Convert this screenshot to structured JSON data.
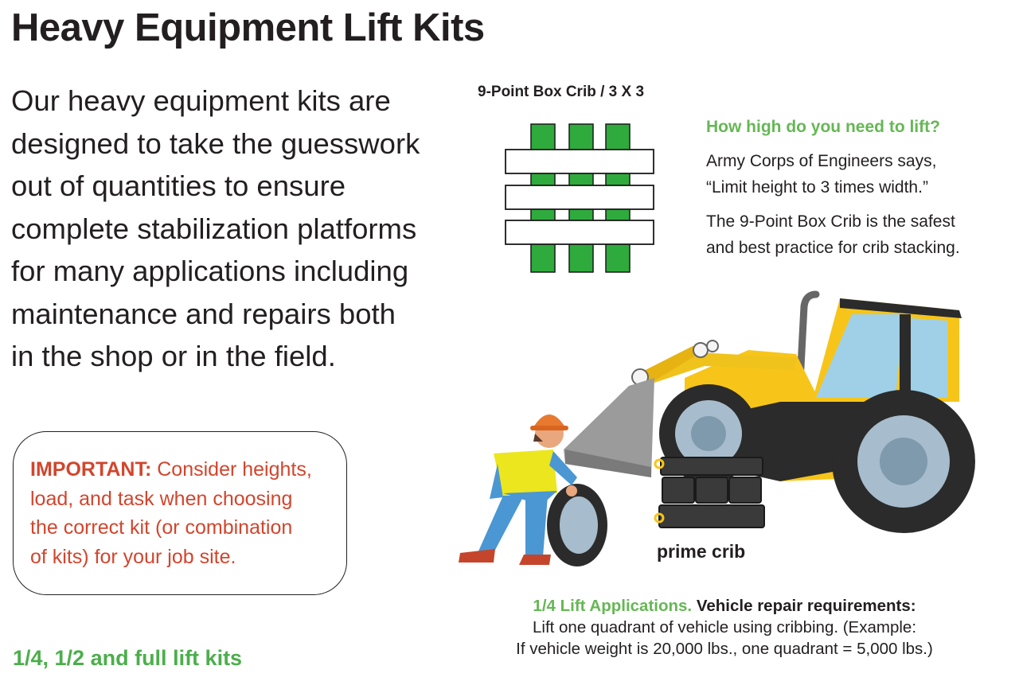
{
  "title": "Heavy Equipment Lift Kits",
  "intro": {
    "lines": [
      "Our heavy equipment kits are",
      "designed to take the guesswork",
      "out of quantities to ensure",
      "complete stabilization platforms",
      "for many applications including",
      "maintenance and repairs both",
      "in the shop or in the field."
    ]
  },
  "important": {
    "label": "IMPORTANT:",
    "line1_rest": " Consider heights,",
    "line2": "load, and task when choosing",
    "line3": "the correct kit (or combination",
    "line4": "of kits) for your job site."
  },
  "kits_note": "1/4, 1/2 and full lift kits",
  "crib": {
    "title": "9-Point Box Crib / 3 X 3"
  },
  "height_question": "How high do you need to lift?",
  "army": {
    "line1": "Army Corps of Engineers says,",
    "line2": "“Limit height to 3 times width.”"
  },
  "crib_safe": {
    "line1": "The 9-Point Box Crib is the safest",
    "line2": "and best practice for crib stacking."
  },
  "prime_crib_label": "prime crib",
  "lift": {
    "green": "1/4 Lift Applications.",
    "bold": " Vehicle repair requirements:",
    "line2": "Lift one quadrant of vehicle using cribbing. (Example:",
    "line3": "If vehicle weight is 20,000 lbs., one quadrant = 5,000 lbs.)"
  },
  "colors": {
    "title": "#231f20",
    "important": "#d2452d",
    "green_text": "#66b755",
    "crib_green": "#2eab3c",
    "loader_yellow": "#f7c51a"
  },
  "icons": {
    "crib_diagram": "box-crib-diagram",
    "illustration": "wheel-loader-worker-illustration"
  }
}
